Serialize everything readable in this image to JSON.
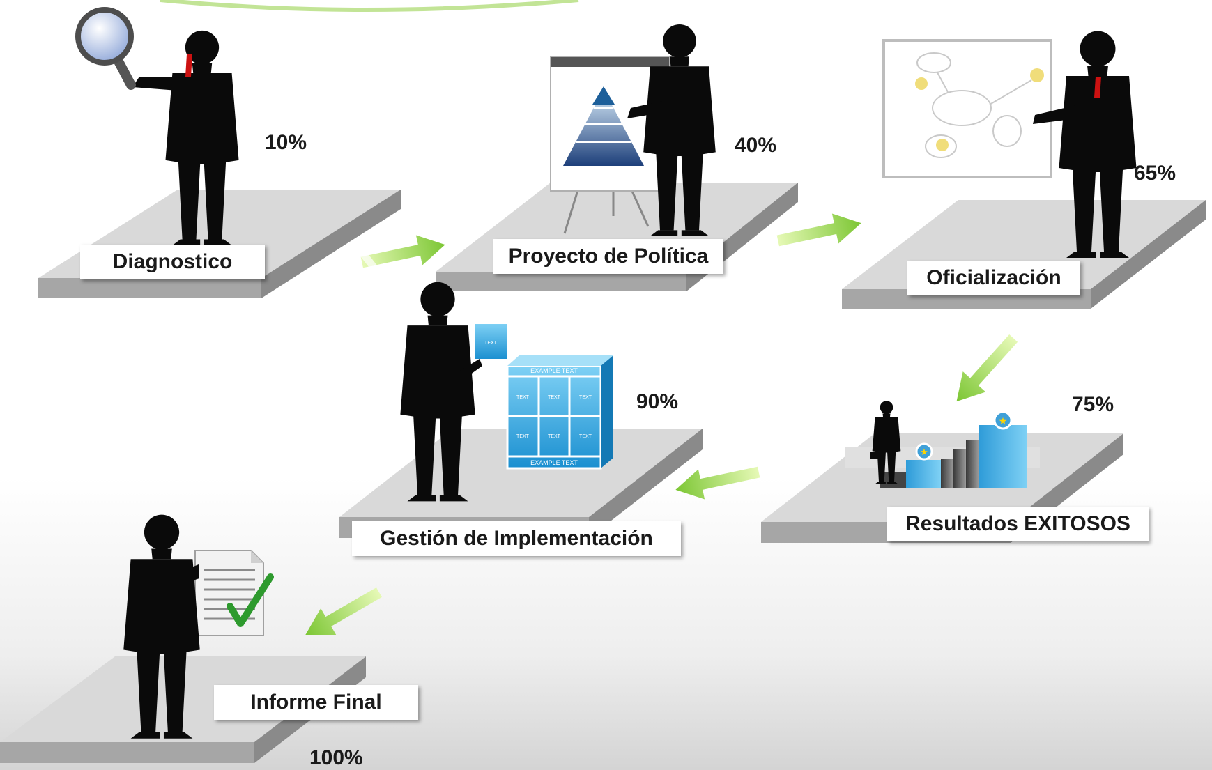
{
  "colors": {
    "accent": "#8dc63f",
    "accent_light": "#c8ee78",
    "platform_top": "#d9d9d9",
    "platform_side": "#9e9e9e",
    "silhouette": "#0a0a0a",
    "cube_blue": "#2aa3e0"
  },
  "icons": [
    "magnifier-icon",
    "pyramid-chart-icon",
    "mindmap-board-icon",
    "cube-block-diagram-icon",
    "bar-steps-icon",
    "checked-document-icon",
    "arrow-icon"
  ],
  "diagram": {
    "steps": [
      {
        "label": "Diagnostico",
        "percent": "10%"
      },
      {
        "label": "Proyecto de Política",
        "percent": "40%"
      },
      {
        "label": "Oficialización",
        "percent": "65%"
      },
      {
        "label": "Resultados EXITOSOS",
        "percent": "75%"
      },
      {
        "label": "Gestión de Implementación",
        "percent": "90%"
      },
      {
        "label": "Informe Final",
        "percent": "100%"
      }
    ],
    "cube_texts": {
      "top": "EXAMPLE TEXT",
      "bottom": "EXAMPLE TEXT",
      "cell": "TEXT"
    }
  }
}
